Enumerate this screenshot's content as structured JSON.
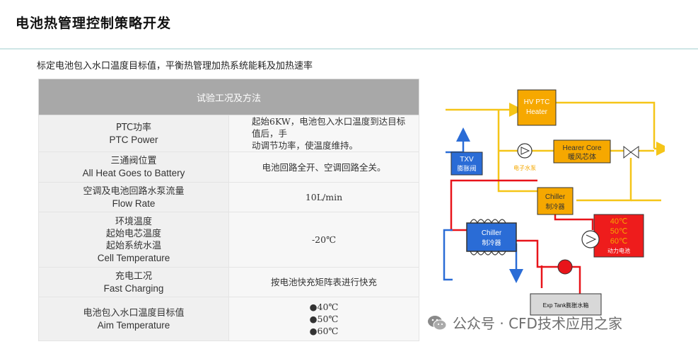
{
  "page": {
    "title": "电池热管理控制策略开发",
    "subtitle": "标定电池包入水口温度目标值，平衡热管理加热系统能耗及加热速率"
  },
  "table": {
    "header": "试验工况及方法",
    "rows": [
      {
        "label_lines": [
          "PTC功率",
          "PTC Power"
        ],
        "value_lines": [
          "起始6KW，电池包入水口温度到达目标值后，手",
          "动调节功率，使温度维持。"
        ]
      },
      {
        "label_lines": [
          "三通阀位置",
          "All Heat Goes to Battery"
        ],
        "value_lines": [
          "电池回路全开、空调回路全关。"
        ]
      },
      {
        "label_lines": [
          "空调及电池回路水泵流量",
          "Flow Rate"
        ],
        "value_lines": [
          "10L/min"
        ]
      },
      {
        "label_lines": [
          "环境温度",
          "起始电芯温度",
          "起始系统水温",
          "Cell Temperature"
        ],
        "value_lines": [
          "-20℃"
        ]
      },
      {
        "label_lines": [
          "充电工况",
          "Fast Charging"
        ],
        "value_lines": [
          "按电池快充矩阵表进行快充"
        ]
      },
      {
        "label_lines": [
          "电池包入水口温度目标值",
          "Aim Temperature"
        ],
        "value_lines": [
          "●40℃",
          "●50℃",
          "●60℃"
        ]
      }
    ]
  },
  "diagram": {
    "hv_ptc": [
      "HV PTC",
      "Heater"
    ],
    "heater_core": [
      "Hearer Core",
      "暖风芯体"
    ],
    "pump_label": "电子水泵",
    "txv": [
      "TXV",
      "膨胀阀"
    ],
    "chiller_small": [
      "Chiller",
      "制冷器"
    ],
    "chiller_main": [
      "Chiller",
      "制冷器"
    ],
    "battery_temps": [
      "40℃",
      "50℃",
      "60℃"
    ],
    "battery_label": "动力电池",
    "exp_tank": "Exp Tank膨胀水箱",
    "colors": {
      "yellow": "#f5c518",
      "red": "#e8141a",
      "blue": "#2a6cd6",
      "orange_box": "#f6a800",
      "battery_red": "#ee1c1c"
    }
  },
  "watermark": {
    "text": "公众号 · CFD技术应用之家"
  }
}
